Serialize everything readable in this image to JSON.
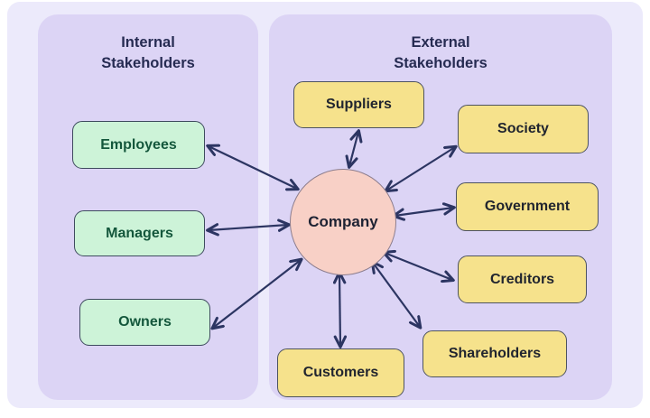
{
  "left_panel": {
    "title": "Internal Stakeholders"
  },
  "right_panel": {
    "title": "External Stakeholders"
  },
  "center": {
    "label": "Company"
  },
  "internal_nodes": [
    {
      "label": "Employees"
    },
    {
      "label": "Managers"
    },
    {
      "label": "Owners"
    }
  ],
  "external_nodes": [
    {
      "label": "Suppliers"
    },
    {
      "label": "Society"
    },
    {
      "label": "Government"
    },
    {
      "label": "Creditors"
    },
    {
      "label": "Shareholders"
    },
    {
      "label": "Customers"
    }
  ],
  "edges": [
    {
      "from": "Company",
      "to": "Employees",
      "bidirectional": true
    },
    {
      "from": "Company",
      "to": "Managers",
      "bidirectional": true
    },
    {
      "from": "Company",
      "to": "Owners",
      "bidirectional": true
    },
    {
      "from": "Company",
      "to": "Suppliers",
      "bidirectional": true
    },
    {
      "from": "Company",
      "to": "Society",
      "bidirectional": true
    },
    {
      "from": "Company",
      "to": "Government",
      "bidirectional": true
    },
    {
      "from": "Company",
      "to": "Creditors",
      "bidirectional": true
    },
    {
      "from": "Company",
      "to": "Shareholders",
      "bidirectional": true
    },
    {
      "from": "Company",
      "to": "Customers",
      "bidirectional": true
    }
  ],
  "colors": {
    "page_bg": "#ECEAFB",
    "panel_bg": "#DCD4F5",
    "internal_fill": "#CDF3D8",
    "internal_text": "#14573C",
    "external_fill": "#F6E28C",
    "external_text": "#21252F",
    "center_fill": "#F8D0C6",
    "center_text": "#1D2233",
    "header_text": "#262B52",
    "arrow_color": "#2C3562"
  }
}
